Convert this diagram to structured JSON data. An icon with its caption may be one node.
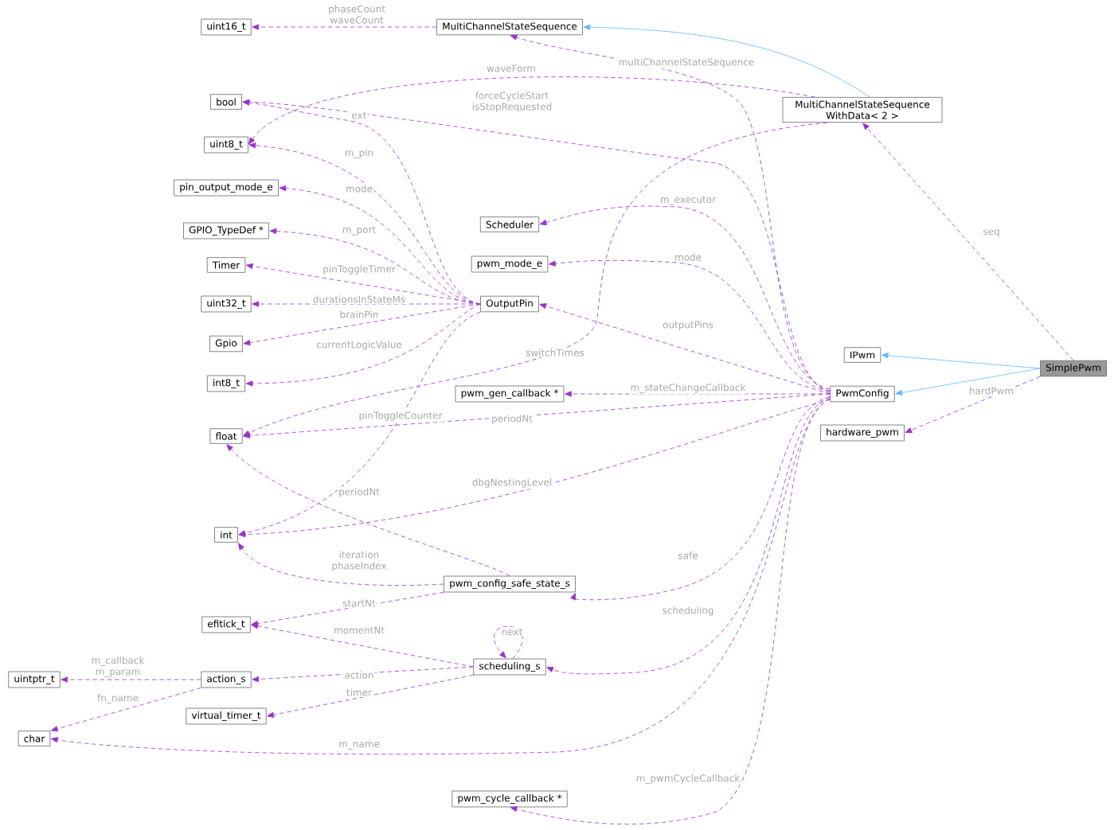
{
  "diagram": {
    "nodes": [
      {
        "text": [
          "uint16_t"
        ]
      },
      {
        "text": [
          "MultiChannelStateSequence"
        ]
      },
      {
        "text": [
          "bool"
        ]
      },
      {
        "text": [
          "MultiChannelStateSequence WithData< 2 >"
        ]
      },
      {
        "text": [
          "uint8_t"
        ]
      },
      {
        "text": [
          "pin_output_mode_e"
        ]
      },
      {
        "text": [
          "GPIO_TypeDef *"
        ]
      },
      {
        "text": [
          "Scheduler"
        ]
      },
      {
        "text": [
          "Timer"
        ]
      },
      {
        "text": [
          "pwm_mode_e"
        ]
      },
      {
        "text": [
          "OutputPin"
        ]
      },
      {
        "text": [
          "uint32_t"
        ]
      },
      {
        "text": [
          "Gpio"
        ]
      },
      {
        "text": [
          "IPwm"
        ]
      },
      {
        "text": [
          "SimplePwm"
        ]
      },
      {
        "text": [
          "int8_t"
        ]
      },
      {
        "text": [
          "pwm_gen_callback *"
        ]
      },
      {
        "text": [
          "PwmConfig"
        ]
      },
      {
        "text": [
          "float"
        ]
      },
      {
        "text": [
          "hardware_pwm"
        ]
      },
      {
        "text": [
          "int"
        ]
      },
      {
        "text": [
          "pwm_config_safe_state_s"
        ]
      },
      {
        "text": [
          "efitick_t"
        ]
      },
      {
        "text": [
          "scheduling_s"
        ]
      },
      {
        "text": [
          "uintptr_t"
        ]
      },
      {
        "text": [
          "action_s"
        ]
      },
      {
        "text": [
          "char"
        ]
      },
      {
        "text": [
          "virtual_timer_t"
        ]
      },
      {
        "text": [
          "pwm_cycle_callback *"
        ]
      }
    ],
    "edges": [
      {
        "from": 1,
        "to": 0,
        "arrow": "to",
        "label": "phaseCount waveCount",
        "style": "dashed"
      },
      {
        "from": 3,
        "to": 1,
        "arrow": "to",
        "color": "#63b8ff"
      },
      {
        "from": 3,
        "to": 4,
        "arrow": "to",
        "label": "waveForm",
        "style": "dashed"
      },
      {
        "from": 3,
        "to": 18,
        "arrow": "to",
        "label": "switchTimes",
        "style": "dashed"
      },
      {
        "from": 17,
        "to": 1,
        "arrow": "to",
        "label": "multiChannelStateSequence",
        "style": "dashed"
      },
      {
        "from": 17,
        "to": 2,
        "arrow": "to",
        "label": "forceCycleStart isStopRequested",
        "style": "dashed"
      },
      {
        "from": 10,
        "to": 2,
        "arrow": "to",
        "label": "ext",
        "style": "dashed"
      },
      {
        "from": 10,
        "to": 4,
        "arrow": "to",
        "label": "m_pin",
        "style": "dashed"
      },
      {
        "from": 10,
        "to": 5,
        "arrow": "to",
        "label": "mode",
        "style": "dashed"
      },
      {
        "from": 10,
        "to": 6,
        "arrow": "to",
        "label": "m_port",
        "style": "dashed"
      },
      {
        "from": 10,
        "to": 8,
        "arrow": "to",
        "label": "pinToggleTimer",
        "style": "dashed"
      },
      {
        "from": 10,
        "to": 11,
        "arrow": "to",
        "label": "durationsInStateMs",
        "style": "dashed"
      },
      {
        "from": 10,
        "to": 12,
        "arrow": "to",
        "label": "brainPin",
        "style": "dashed"
      },
      {
        "from": 10,
        "to": 15,
        "arrow": "to",
        "label": "currentLogicValue",
        "style": "dashed"
      },
      {
        "from": 10,
        "to": 20,
        "arrow": "to",
        "label": "pinToggleCounter",
        "style": "dashed"
      },
      {
        "from": 17,
        "to": 7,
        "arrow": "to",
        "label": "m_executor",
        "style": "dashed"
      },
      {
        "from": 17,
        "to": 9,
        "arrow": "to",
        "label": "mode",
        "style": "dashed"
      },
      {
        "from": 17,
        "to": 10,
        "arrow": "to",
        "label": "outputPins",
        "style": "dashed"
      },
      {
        "from": 17,
        "to": 16,
        "arrow": "to",
        "label": "m_stateChangeCallback",
        "style": "dashed"
      },
      {
        "from": 17,
        "to": 18,
        "arrow": "to",
        "label": "periodNt",
        "style": "dashed"
      },
      {
        "from": 17,
        "to": 20,
        "arrow": "to",
        "label": "dbgNestingLevel",
        "style": "dashed"
      },
      {
        "from": 17,
        "to": 21,
        "arrow": "to",
        "label": "safe",
        "style": "dashed"
      },
      {
        "from": 17,
        "to": 23,
        "arrow": "to",
        "label": "scheduling",
        "style": "dashed"
      },
      {
        "from": 17,
        "to": 26,
        "arrow": "to",
        "label": "m_name",
        "style": "dashed"
      },
      {
        "from": 17,
        "to": 28,
        "arrow": "to",
        "label": "m_pwmCycleCallback",
        "style": "dashed"
      },
      {
        "from": 14,
        "to": 3,
        "arrow": "to",
        "label": "seq",
        "style": "dashed"
      },
      {
        "from": 14,
        "to": 13,
        "arrow": "to",
        "color": "#63b8ff"
      },
      {
        "from": 14,
        "to": 17,
        "arrow": "to",
        "color": "#63b8ff"
      },
      {
        "from": 14,
        "to": 19,
        "arrow": "to",
        "label": "hardPwm",
        "style": "dashed"
      },
      {
        "from": 21,
        "to": 18,
        "arrow": "to",
        "label": "periodNt",
        "style": "dashed"
      },
      {
        "from": 21,
        "to": 20,
        "arrow": "to",
        "label": "iteration phaseIndex",
        "style": "dashed"
      },
      {
        "from": 21,
        "to": 22,
        "arrow": "to",
        "label": "startNt",
        "style": "dashed"
      },
      {
        "from": 23,
        "to": 22,
        "arrow": "to",
        "label": "momentNt",
        "style": "dashed"
      },
      {
        "from": 23,
        "to": 23,
        "arrow": "to",
        "label": "next",
        "style": "dashed"
      },
      {
        "from": 23,
        "to": 25,
        "arrow": "to",
        "label": "action",
        "style": "dashed"
      },
      {
        "from": 23,
        "to": 27,
        "arrow": "to",
        "label": "timer",
        "style": "dashed"
      },
      {
        "from": 25,
        "to": 24,
        "arrow": "to",
        "label": "m_callback m_param",
        "style": "dashed"
      },
      {
        "from": 25,
        "to": 26,
        "arrow": "to",
        "label": "fn_name",
        "style": "dashed"
      }
    ]
  }
}
